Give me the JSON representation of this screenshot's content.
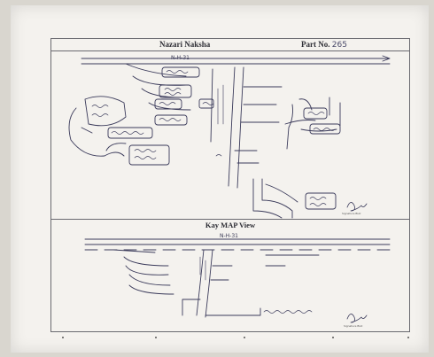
{
  "document": {
    "title": "Nazari Naksha",
    "part_label": "Part No.",
    "part_number": "265",
    "key_map_title": "Kay MAP View",
    "road_label_top": "N-H-31",
    "road_label_key": "N-H-31",
    "signature_caption_top": "Signature BLO",
    "signature_caption_bottom": "Signature BLO"
  },
  "colors": {
    "paper": "#f4f2ee",
    "ink": "#3a3a5a",
    "border": "#6a6a70"
  }
}
